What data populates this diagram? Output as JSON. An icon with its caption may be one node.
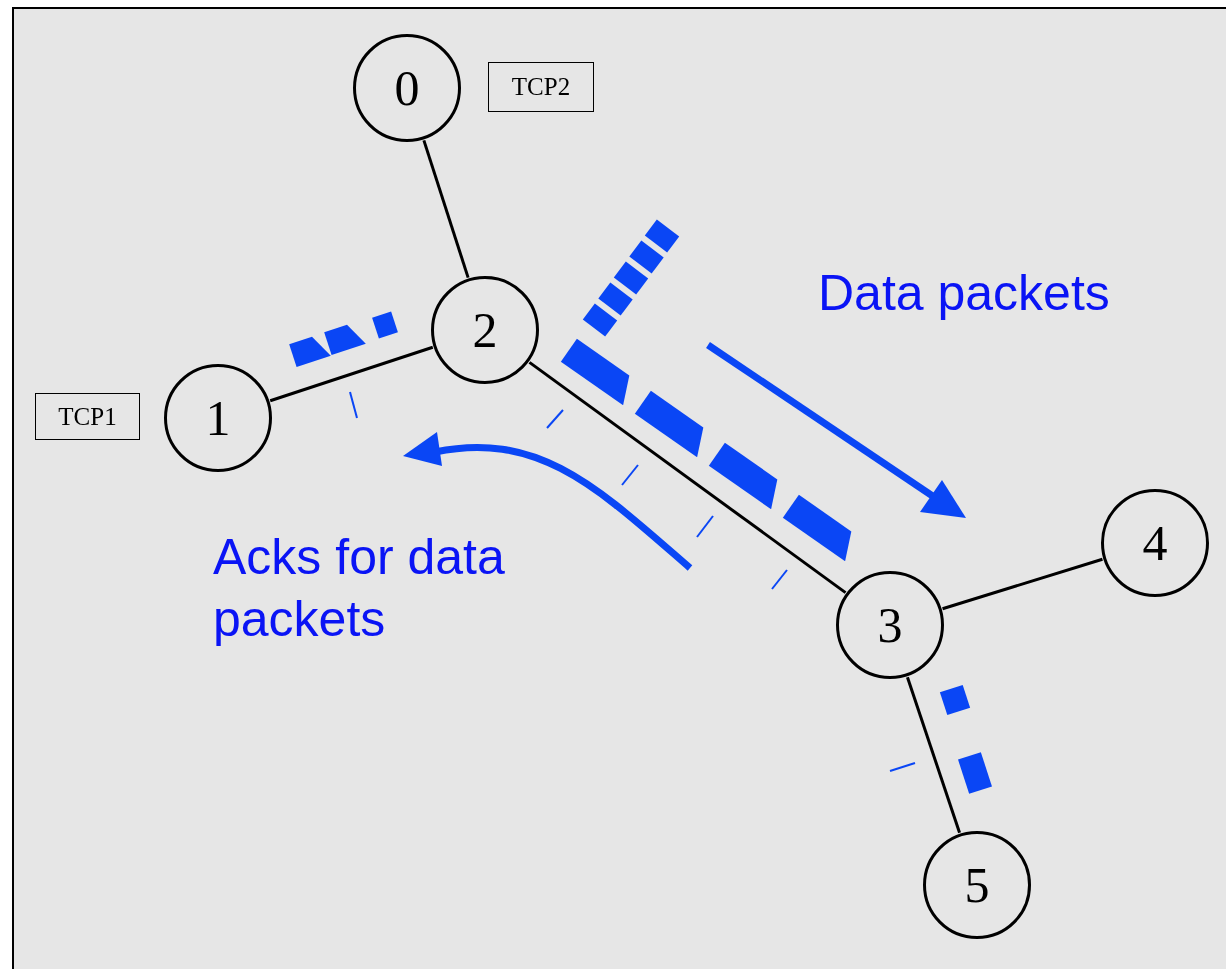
{
  "diagram": {
    "nodes": [
      {
        "text": [
          "0"
        ]
      },
      {
        "text": [
          "1"
        ]
      },
      {
        "text": [
          "2"
        ]
      },
      {
        "text": [
          "3"
        ]
      },
      {
        "text": [
          "4"
        ]
      },
      {
        "text": [
          "5"
        ]
      },
      {
        "text": [
          "TCP2"
        ]
      },
      {
        "text": [
          "TCP1"
        ]
      }
    ],
    "edges": [
      {
        "from": 0,
        "to": 2,
        "arrow": "none"
      },
      {
        "from": 1,
        "to": 2,
        "arrow": "none"
      },
      {
        "from": 2,
        "to": 3,
        "arrow": "none"
      },
      {
        "from": 3,
        "to": 4,
        "arrow": "none"
      },
      {
        "from": 3,
        "to": 5,
        "arrow": "none"
      }
    ],
    "labels": [
      "Data packets",
      "Acks for data packets"
    ]
  }
}
